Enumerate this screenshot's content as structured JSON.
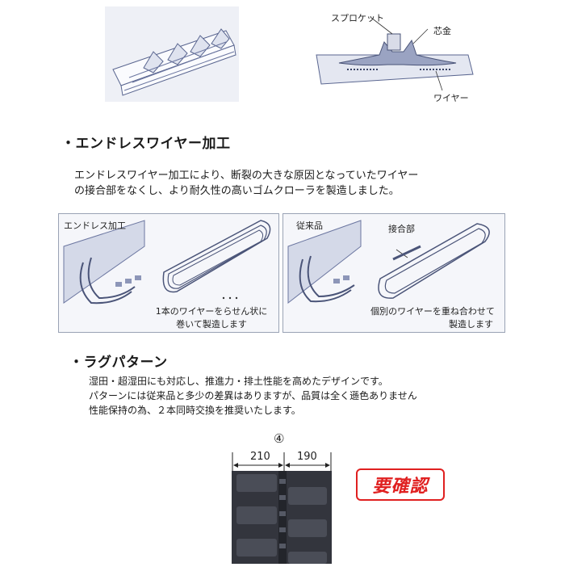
{
  "top_diagram": {
    "sprocket_label": "スプロケット",
    "core_label": "芯金",
    "wire_label": "ワイヤー"
  },
  "endless_section": {
    "heading": "・エンドレスワイヤー加工",
    "description_line1": "エンドレスワイヤー加工により、断裂の大きな原因となっていたワイヤー",
    "description_line2": "の接合部をなくし、より耐久性の高いゴムクローラを製造しました。",
    "left_panel": {
      "title": "エンドレス加工",
      "caption_line1": "1本のワイヤーをらせん状に",
      "caption_line2": "巻いて製造します"
    },
    "right_panel": {
      "title": "従来品",
      "joint_label": "接合部",
      "caption_line1": "個別のワイヤーを重ね合わせて",
      "caption_line2": "製造します"
    }
  },
  "lug_section": {
    "heading": "・ラグパターン",
    "line1": "湿田・超湿田にも対応し、推進力・排土性能を高めたデザインです。",
    "line2": "パターンには従来品と多少の差異はありますが、品質は全く遜色ありません",
    "line3": "性能保持の為、２本同時交換を推奨いたします。",
    "pattern_number": "④",
    "dim_left": "210",
    "dim_right": "190",
    "stamp_text": "要確認"
  }
}
